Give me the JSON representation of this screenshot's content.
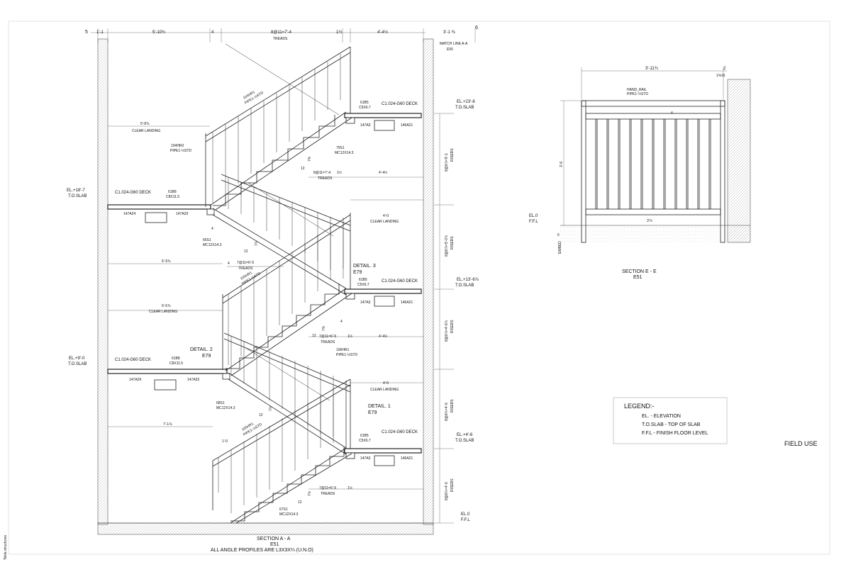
{
  "section_aa": {
    "title": "SECTION A - A",
    "ref": "E51",
    "note": "ALL ANGLE PROFILES ARE L3X3X¼ (U.N.O)"
  },
  "top_dims": {
    "grid_left": "5",
    "grid_right": "6",
    "d1": "1'-1",
    "d2": "5'-10¾",
    "d3": "4",
    "d4": "8@11=7'-4",
    "d4_sub": "TREADS",
    "d5": "1½",
    "d6": "4'-4½",
    "d7": "3'-1 ⅜"
  },
  "match_line": {
    "label": "MATCH LINE A-A",
    "ref": "E55"
  },
  "elevations": [
    {
      "el": "EL.+23'-8",
      "sub": "T.O.SLAB"
    },
    {
      "el": "EL.+18'-7",
      "sub": "T.O.SLAB"
    },
    {
      "el": "EL.+13'-6⅞",
      "sub": "T.O.SLAB"
    },
    {
      "el": "EL.+9'-0",
      "sub": "T.O.SLAB"
    },
    {
      "el": "EL.+4'-6",
      "sub": "T.O.SLAB"
    },
    {
      "el": "EL.0",
      "sub": "F.F.L"
    }
  ],
  "risers": [
    {
      "value": "8@6⅞=5'-1",
      "sub": "RISERS"
    },
    {
      "value": "8@6⅞=5'-0⅞",
      "sub": "RISERS"
    },
    {
      "value": "8@6⅞=4'-6⅞",
      "sub": "RISERS"
    },
    {
      "value": "8@6¾=4'-6",
      "sub": "RISERS"
    },
    {
      "value": "8@6¾=4'-6",
      "sub": "RISERS"
    }
  ],
  "deck": {
    "deck1": "C1.024-G60 DECK",
    "deck2": "C1.024-G60 DECK",
    "deck3": "C1.024-G60 DECK",
    "deck4": "C1.024-G60 DECK",
    "deck5": "C1.024-G60 DECK",
    "b61b5": "61B5",
    "c5x67": "C5X6.7",
    "b61b8": "61B8",
    "c8x115": "C8X11.5",
    "a147a3": "147A3",
    "a146a21": "146A21",
    "a147a24": "147A24",
    "a147a29": "147A29",
    "a147a26": "147A26",
    "a147a32": "147A32"
  },
  "stringers": {
    "s79": "79S1",
    "m79": "MC12X14.3",
    "s66": "66S1",
    "m66": "MC12X14.3",
    "s68": "68S1",
    "m68": "MC12X14.3",
    "s67": "67S1",
    "m67": "MC12X14.3"
  },
  "rails": {
    "r104hr1": "104HR1",
    "p1": "PIPE1-½STD",
    "r104hr2": "104HR2",
    "p2": "PIPE1-½STD",
    "r105hr1": "105HR1",
    "p3": "PIPE1-½STD",
    "r106hr1": "106HR1",
    "p4": "PIPE1-½STD",
    "r105hr1b": "105HR1",
    "p5": "PIPE1-½STD"
  },
  "landings": {
    "l1": "5'-8⅞",
    "l1s": "CLEAR LANDING",
    "l2": "4'-0",
    "l2s": "CLEAR LANDING",
    "l3": "6'-5⅞",
    "l3s": "CLEAR LANDING",
    "l4": "4'-0",
    "l4s": "CLEAR LANDING",
    "l5": "6'-9⅞",
    "l6": "7'-1⅞",
    "l7": "1'-0"
  },
  "treads": {
    "t1": "8@11=7'-4",
    "t1s": "TREADS",
    "t1r": "1½",
    "t1d": "4'-4½",
    "t2": "7@11=6'-5",
    "t2s": "TREADS",
    "t3": "7@11=6'-5",
    "t3s": "TREADS",
    "t3r": "1½",
    "t3d": "4'-4½",
    "t4": "7@11=6'-5",
    "t4s": "TREADS",
    "t4r": "1½"
  },
  "misc": {
    "n4": "4",
    "n12": "12",
    "slope": "7⅜",
    "slope2": "7¾",
    "slope3": "7⅛"
  },
  "details": [
    {
      "label": "DETAIL. 3",
      "ref": "E79"
    },
    {
      "label": "DETAIL. 2",
      "ref": "E79"
    },
    {
      "label": "DETAIL. 1",
      "ref": "E79"
    }
  ],
  "section_ee": {
    "title": "SECTION E - E",
    "ref": "E51",
    "w": "3'-11¾",
    "grid": "2",
    "right": "1⅝16",
    "rail": "HAND_RAIL",
    "rail_sub": "PIPE1-½STD",
    "height": "3'-6",
    "post_gap": "3'½",
    "embed": "EMBED",
    "embed_d": "6",
    "el": "EL.0",
    "el_sub": "F.F.L",
    "mid": "4"
  },
  "legend": {
    "title": "LEGEND:-",
    "items": [
      "EL. - ELEVATION",
      "T.O.SLAB  - TOP OF SLAB",
      "F.F.L  - FINISH FLOOR LEVEL"
    ]
  },
  "field_use": "FIELD USE",
  "margin_note": "Tekla structures"
}
